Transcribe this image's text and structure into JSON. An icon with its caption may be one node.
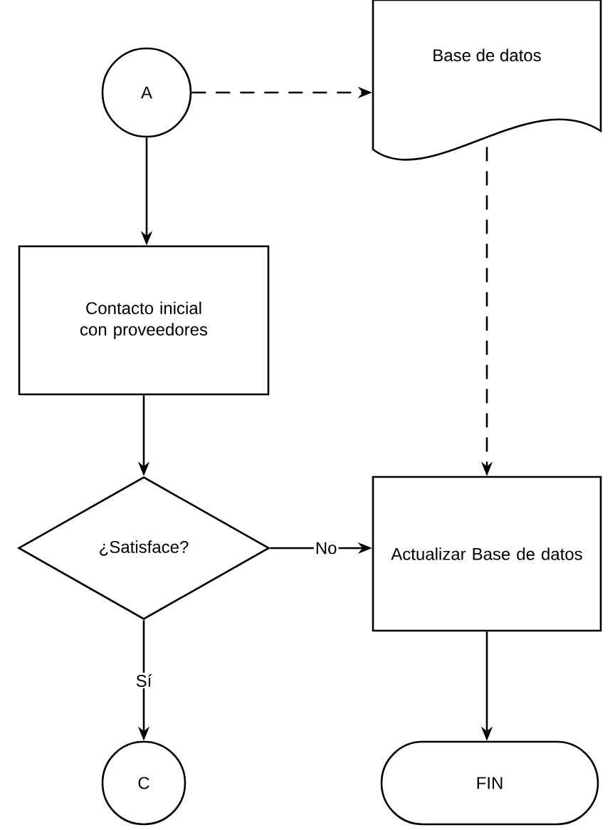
{
  "diagram": {
    "nodes": [
      {
        "text": [
          "A"
        ]
      },
      {
        "text": [
          "Base de datos"
        ]
      },
      {
        "text": [
          "Contacto inicial con proveedores"
        ]
      },
      {
        "text": [
          "¿Satisface?"
        ]
      },
      {
        "text": [
          "Actualizar Base de datos"
        ]
      },
      {
        "text": [
          "C"
        ]
      },
      {
        "text": [
          "FIN"
        ]
      }
    ],
    "edges": [
      {
        "from": 0,
        "to": 1,
        "arrow": "to",
        "style": "dashed"
      },
      {
        "from": 1,
        "to": 4,
        "arrow": "to",
        "style": "dashed"
      },
      {
        "from": 0,
        "to": 2,
        "arrow": "to"
      },
      {
        "from": 2,
        "to": 3,
        "arrow": "to"
      },
      {
        "from": 3,
        "to": 4,
        "arrow": "to",
        "label": "No"
      },
      {
        "from": 3,
        "to": 5,
        "arrow": "to",
        "label": "Sí"
      },
      {
        "from": 4,
        "to": 6,
        "arrow": "to"
      }
    ]
  }
}
